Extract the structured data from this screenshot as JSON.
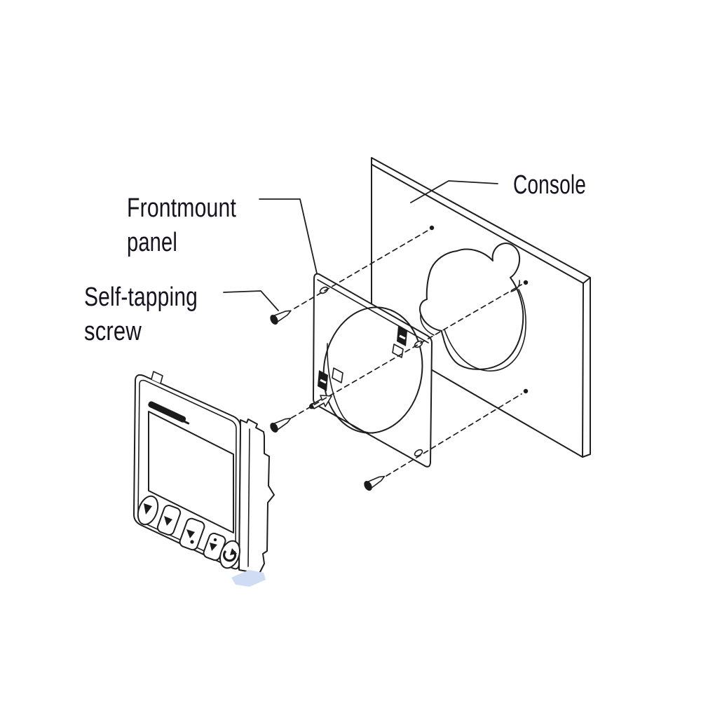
{
  "diagram": {
    "type": "exploded-assembly-installation",
    "labels": {
      "frontmount_panel": {
        "line1": "Frontmount",
        "line2": "panel"
      },
      "self_tapping_screw": {
        "line1": "Self-tapping",
        "line2": "screw"
      },
      "console": "Console"
    },
    "parts": [
      {
        "name": "display-unit"
      },
      {
        "name": "frontmount-panel"
      },
      {
        "name": "self-tapping-screws",
        "count": 3
      },
      {
        "name": "console"
      }
    ],
    "colors": {
      "line": "#1e1e1e",
      "text": "#17121f",
      "background": "#ffffff",
      "highlight": "#cfdcf3"
    }
  }
}
